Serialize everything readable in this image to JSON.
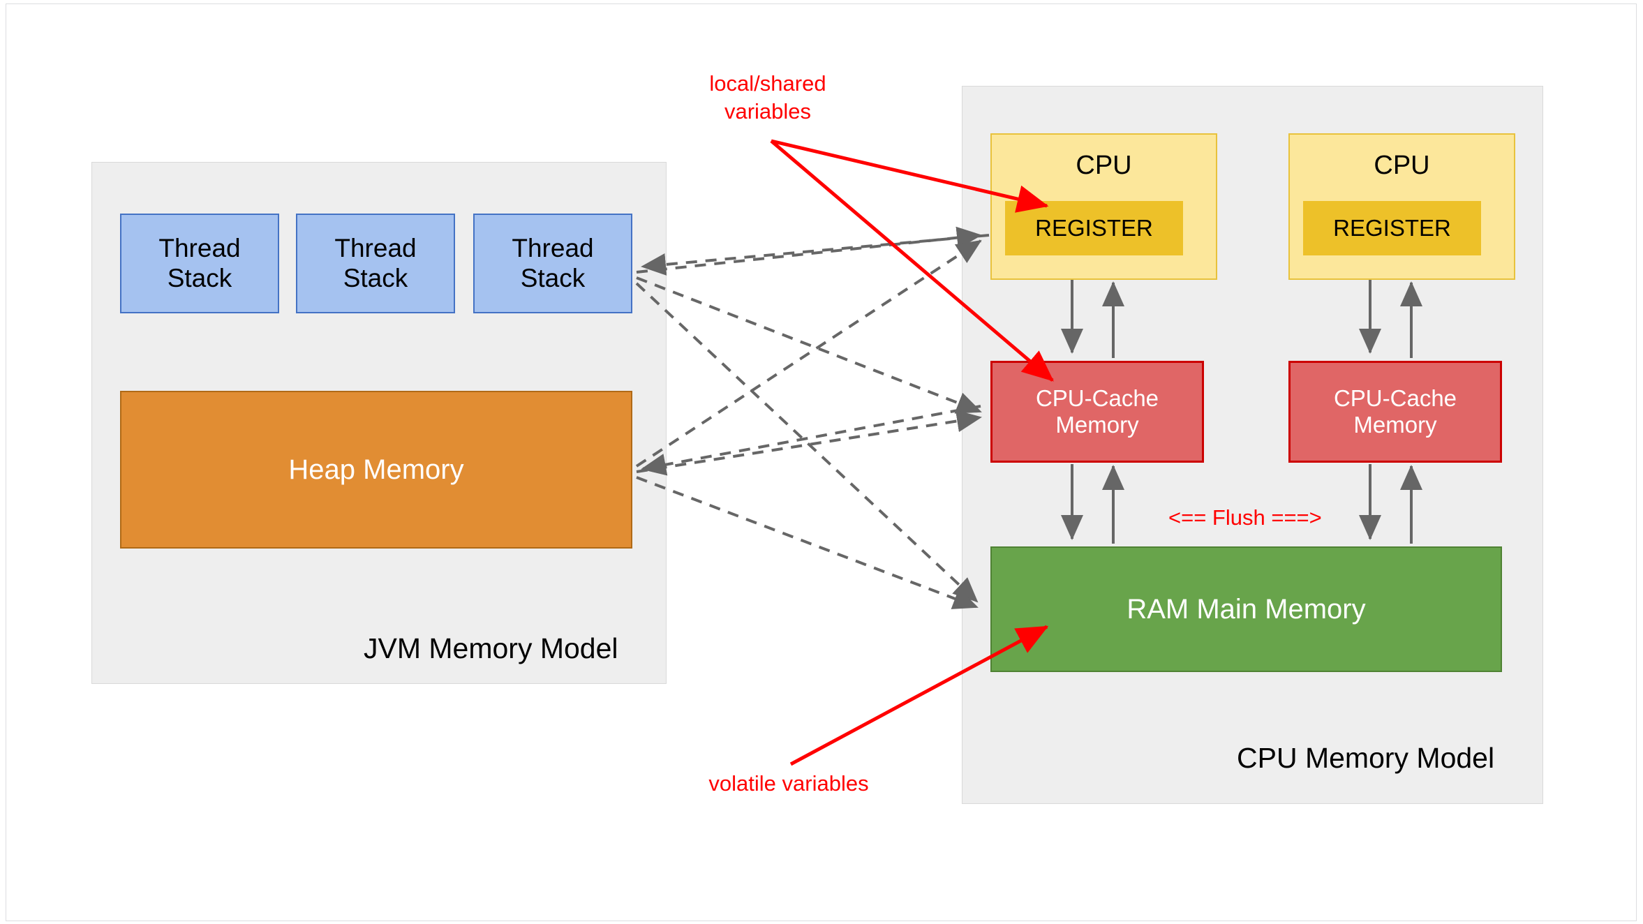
{
  "diagram": {
    "title_left": "JVM Memory Model",
    "title_right": "CPU Memory Model",
    "jvm": {
      "thread_stacks": [
        {
          "label": "Thread\nStack"
        },
        {
          "label": "Thread\nStack"
        },
        {
          "label": "Thread\nStack"
        }
      ],
      "heap_label": "Heap Memory"
    },
    "cpu": {
      "cores": [
        {
          "label": "CPU",
          "register_label": "REGISTER",
          "cache_label": "CPU-Cache\nMemory"
        },
        {
          "label": "CPU",
          "register_label": "REGISTER",
          "cache_label": "CPU-Cache\nMemory"
        }
      ],
      "ram_label": "RAM Main Memory",
      "flush_label": "<== Flush ===>"
    },
    "annotations": {
      "local_shared": "local/shared\nvariables",
      "volatile": "volatile variables"
    },
    "colors": {
      "panel_bg": "#eeeeee",
      "panel_border": "#d9d9d9",
      "thread_stack_fill": "#a5c2f0",
      "thread_stack_border": "#4472c4",
      "heap_fill": "#e18d33",
      "heap_border": "#b06a16",
      "cpu_fill": "#fce79b",
      "cpu_border": "#e8c23c",
      "register_fill": "#edc129",
      "cache_fill": "#e06666",
      "cache_border": "#cc0000",
      "ram_fill": "#68a44b",
      "ram_border": "#4f8233",
      "annotation_red": "#ff0000",
      "connector_gray": "#666666"
    }
  }
}
